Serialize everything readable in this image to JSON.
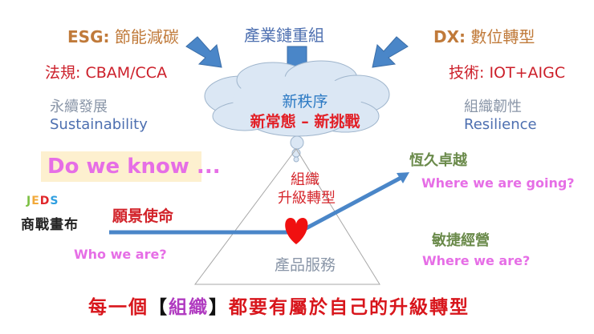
{
  "top_left": {
    "esg_label": "ESG:",
    "esg_text": "節能減碳",
    "regulation": "法規: CBAM/CCA",
    "sustainability_cn": "永續發展",
    "sustainability_en": "Sustainability"
  },
  "top_center": {
    "chain": "產業鏈重組"
  },
  "top_right": {
    "dx_label": "DX:",
    "dx_text": "數位轉型",
    "technology": "技術: IOT+AIGC",
    "resilience_cn": "組織韌性",
    "resilience_en": "Resilience"
  },
  "cloud": {
    "line1": "新秩序",
    "line2": "新常態 – 新挑戰"
  },
  "question_box": {
    "text": "Do we know ..."
  },
  "logo": {
    "letters": [
      "J",
      "E",
      "D",
      "S"
    ],
    "subtitle": "商戰畫布"
  },
  "left_path": {
    "label": "願景使命",
    "question": "Who we are?"
  },
  "triangle": {
    "top_line1": "組織",
    "top_line2": "升級轉型",
    "base": "產品服務"
  },
  "right_path": {
    "goal_label": "恆久卓越",
    "goal_question": "Where we are going?",
    "current_label": "敏捷經營",
    "current_question": "Where we are?"
  },
  "footer": {
    "prefix": "每一個",
    "bracket_open": "【",
    "highlight": "組織",
    "bracket_close": "】",
    "suffix": "都要有屬於自己的升級轉型"
  },
  "colors": {
    "arrow_blue": "#4a86c8",
    "cloud_fill": "#dbe7f4",
    "heart_red": "#f01010",
    "accent_pink": "#e66ee6",
    "accent_red": "#d8161c"
  }
}
